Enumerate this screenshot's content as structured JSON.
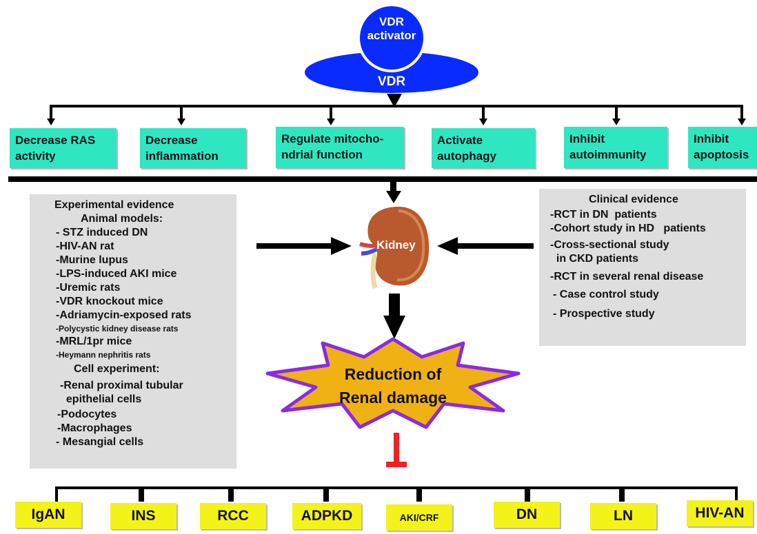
{
  "receptor": {
    "activator": [
      "VDR",
      "activator"
    ],
    "receptor_label": "VDR"
  },
  "mechanisms": [
    {
      "line1": "Decrease RAS",
      "line2": "activity"
    },
    {
      "line1": "Decrease",
      "line2": "inflammation"
    },
    {
      "line1": "Regulate mitocho-",
      "line2": "ndrial  function"
    },
    {
      "line1": "Activate",
      "line2": "autophagy"
    },
    {
      "line1": "Inhibit",
      "line2": "autoimmunity"
    },
    {
      "line1": "Inhibit",
      "line2": "apoptosis"
    }
  ],
  "experimental": {
    "title": "Experimental evidence",
    "animal_title": "Animal models:",
    "animal": [
      {
        "text": "- STZ induced DN",
        "small": false
      },
      {
        "text": "-HIV-AN rat",
        "small": false
      },
      {
        "text": "-Murine lupus",
        "small": false
      },
      {
        "text": "-LPS-induced AKI mice",
        "small": false
      },
      {
        "text": "-Uremic rats",
        "small": false
      },
      {
        "text": "-VDR knockout mice",
        "small": false
      },
      {
        "text": "-Adriamycin-exposed rats",
        "small": false
      },
      {
        "text": "-Polycystic kidney disease rats",
        "small": true
      },
      {
        "text": "-MRL/1pr mice",
        "small": false
      },
      {
        "text": "-Heymann nephritis rats",
        "small": true
      }
    ],
    "cell_title": "Cell experiment:",
    "cell": [
      "-Renal proximal tubular",
      "  epithelial cells",
      "-Podocytes",
      "-Macrophages",
      "- Mesangial cells"
    ]
  },
  "clinical": {
    "title": "Clinical evidence",
    "items": [
      "-RCT in DN  patients",
      "-Cohort study in HD   patients",
      "-Cross-sectional study",
      "  in CKD patients",
      "-RCT in several renal disease",
      "- Case control study",
      "- Prospective study"
    ]
  },
  "kidney_label": "Kidney",
  "outcome": {
    "line1": "Reduction of",
    "line2": "Renal damage"
  },
  "diseases": [
    "IgAN",
    "INS",
    "RCC",
    "ADPKD",
    "AKI/CRF",
    "DN",
    "LN",
    "HIV-AN"
  ],
  "colors": {
    "mechanism": "#2fe6c3",
    "disease": "#f3f31a",
    "vdr": "#0a2bff",
    "star_fill": "#f0b114",
    "star_border": "#8a2be2",
    "inhibit": "#ee2222",
    "panel": "#dedede"
  }
}
